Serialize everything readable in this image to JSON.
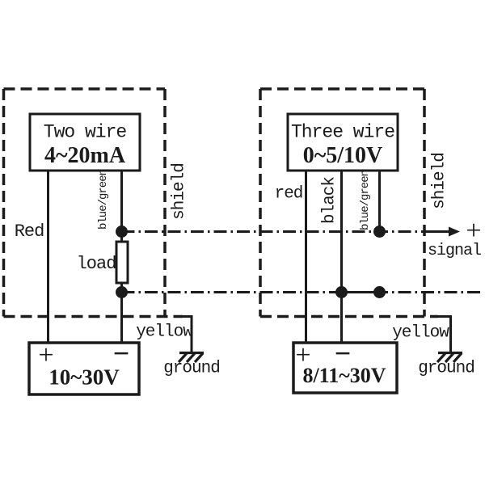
{
  "left_circuit": {
    "sensor": {
      "line1": "Two wire",
      "line2": "4~20mA"
    },
    "labels": {
      "red_wire": "Red",
      "blue_green_wire": "blue/green",
      "load": "load",
      "shield": "shield",
      "yellow_wire": "yellow",
      "ground": "ground"
    },
    "supply": {
      "plus": "+",
      "minus": "−",
      "voltage": "10~30V"
    }
  },
  "right_circuit": {
    "sensor": {
      "line1": "Three wire",
      "line2": "0~5/10V"
    },
    "labels": {
      "red_wire": "red",
      "black_wire": "black",
      "blue_green_wire": "blue/green",
      "shield": "shield",
      "yellow_wire": "yellow",
      "ground": "ground"
    },
    "supply": {
      "plus": "+",
      "minus": "−",
      "voltage": "8/11~30V"
    }
  },
  "signal": {
    "plus": "+",
    "label": "signal"
  },
  "colors": {
    "ink": "#1b1b1b",
    "background": "#ffffff"
  }
}
